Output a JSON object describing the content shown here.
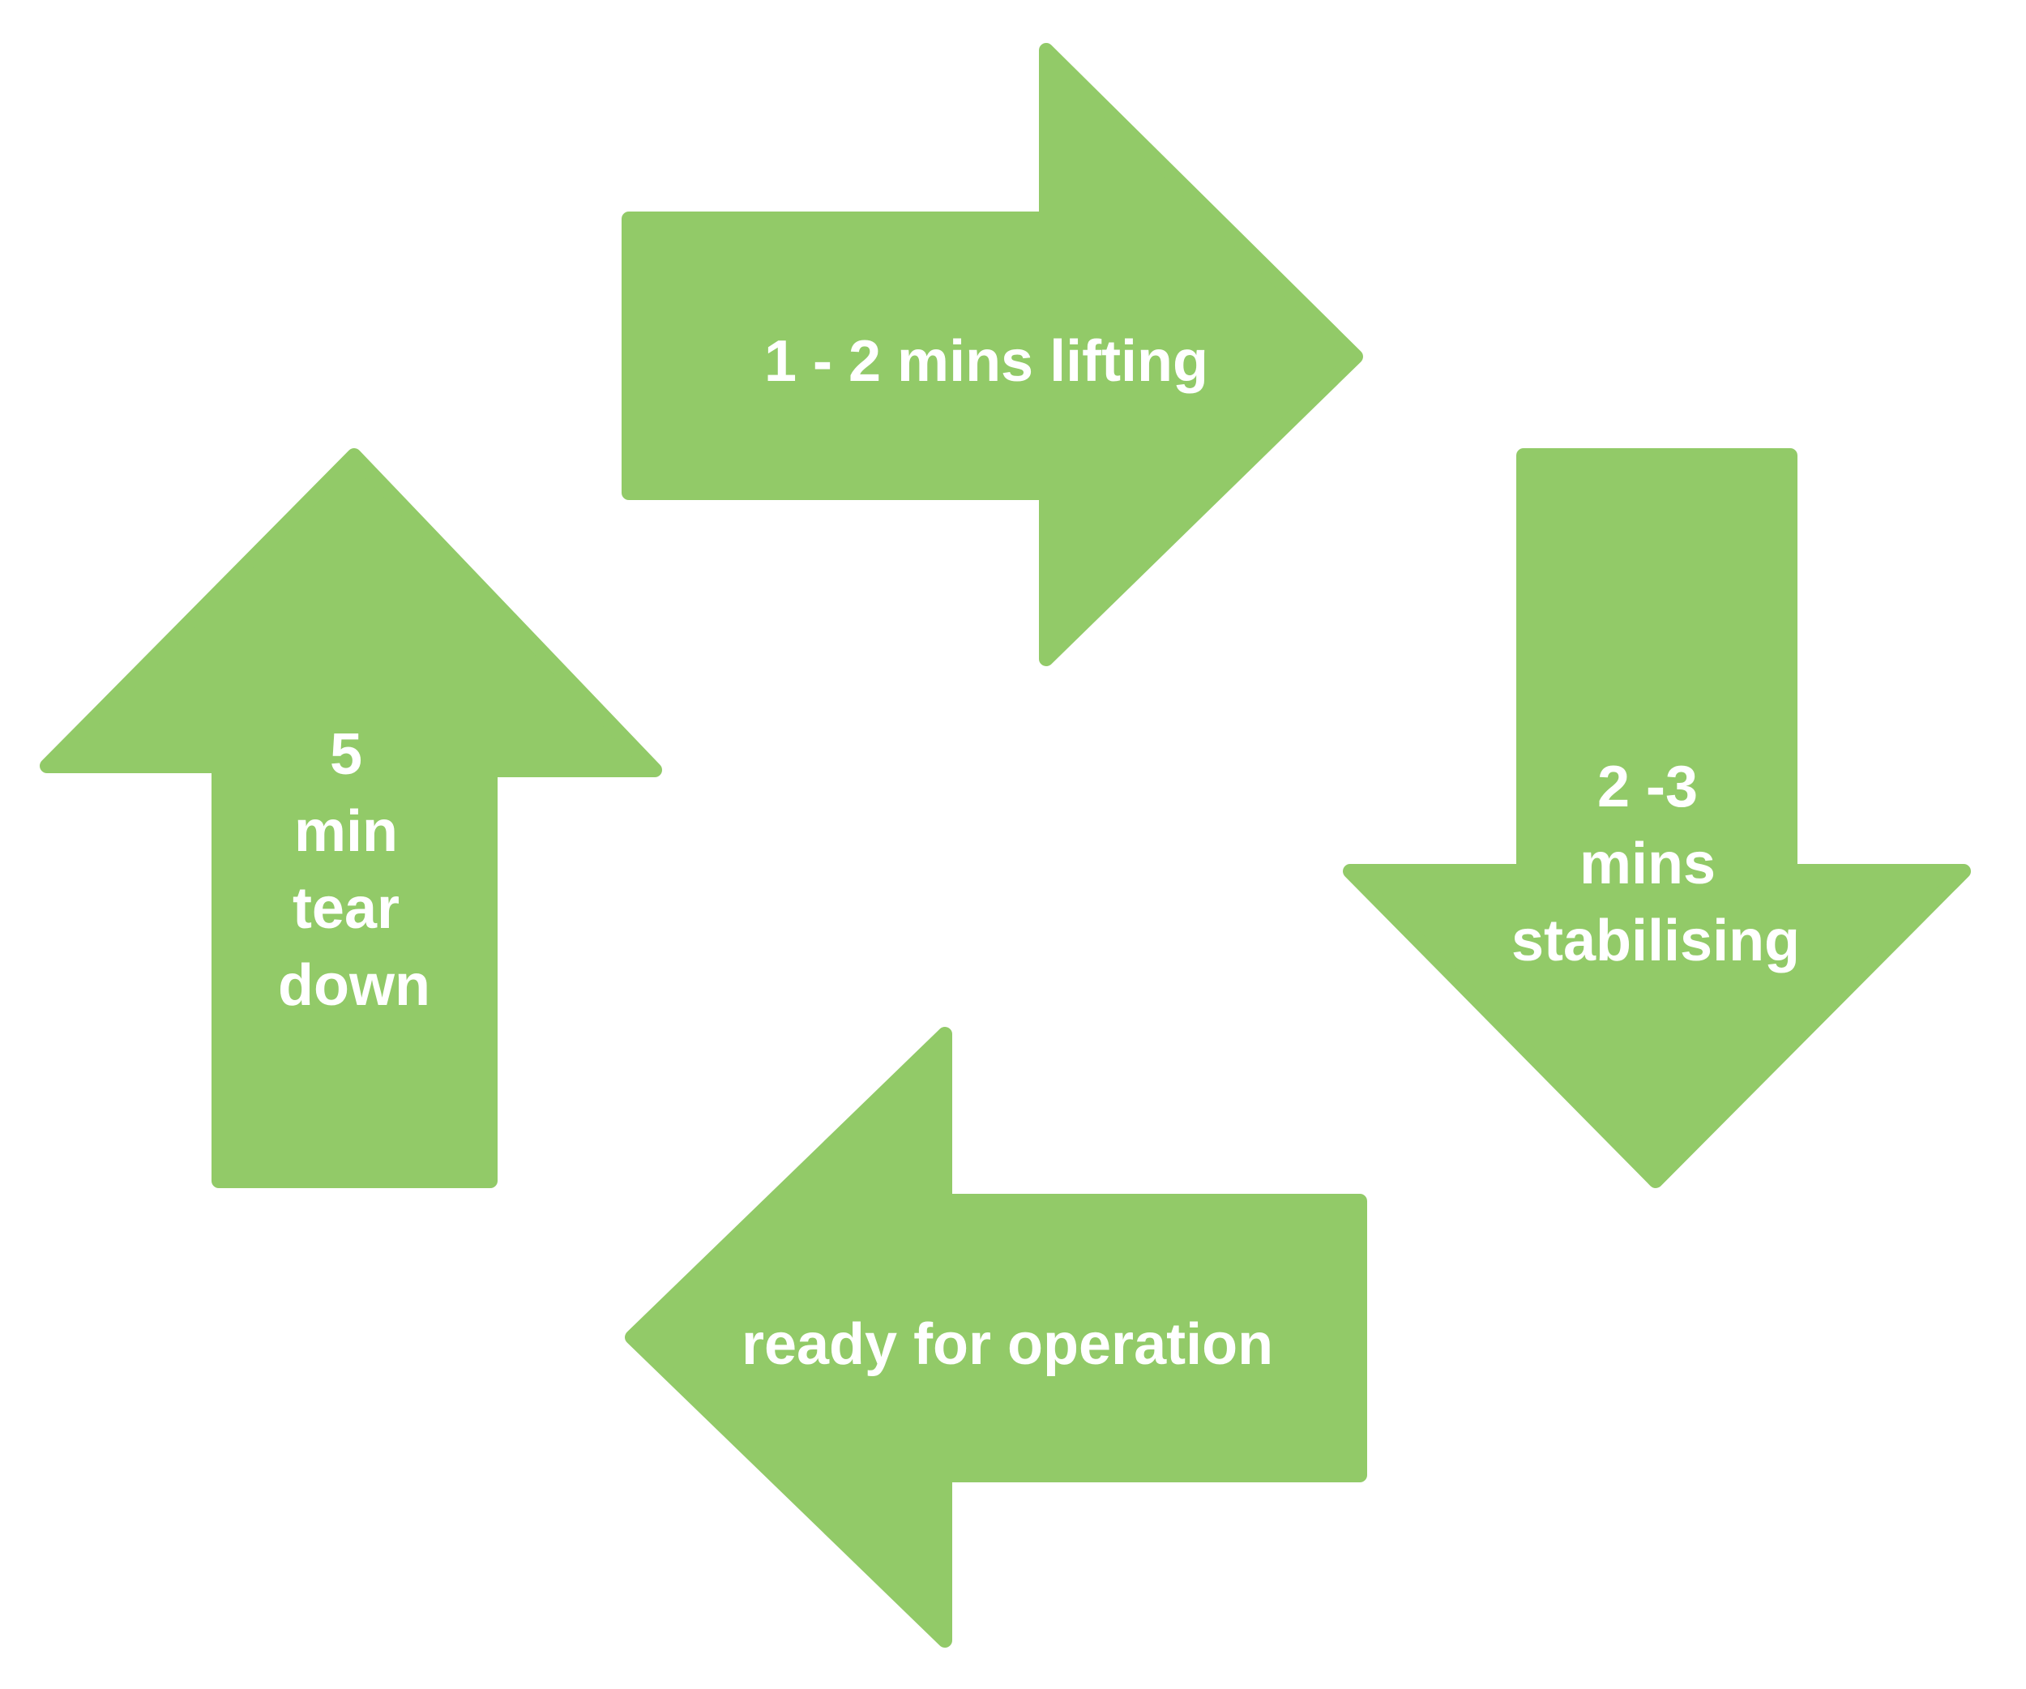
{
  "diagram": {
    "colors": {
      "arrow_fill": "#92ca68",
      "label_text": "#ffffff",
      "background": "#ffffff"
    },
    "arrows": {
      "lifting": {
        "direction": "right",
        "label_lines": [
          "1 - 2 mins lifting"
        ]
      },
      "stabilising": {
        "direction": "down",
        "label_lines": [
          "2 -3",
          "mins",
          "stabilising"
        ]
      },
      "operation": {
        "direction": "left",
        "label_lines": [
          "ready for operation"
        ]
      },
      "teardown": {
        "direction": "up",
        "label_lines": [
          "5",
          "min",
          "tear",
          "down"
        ]
      }
    }
  }
}
